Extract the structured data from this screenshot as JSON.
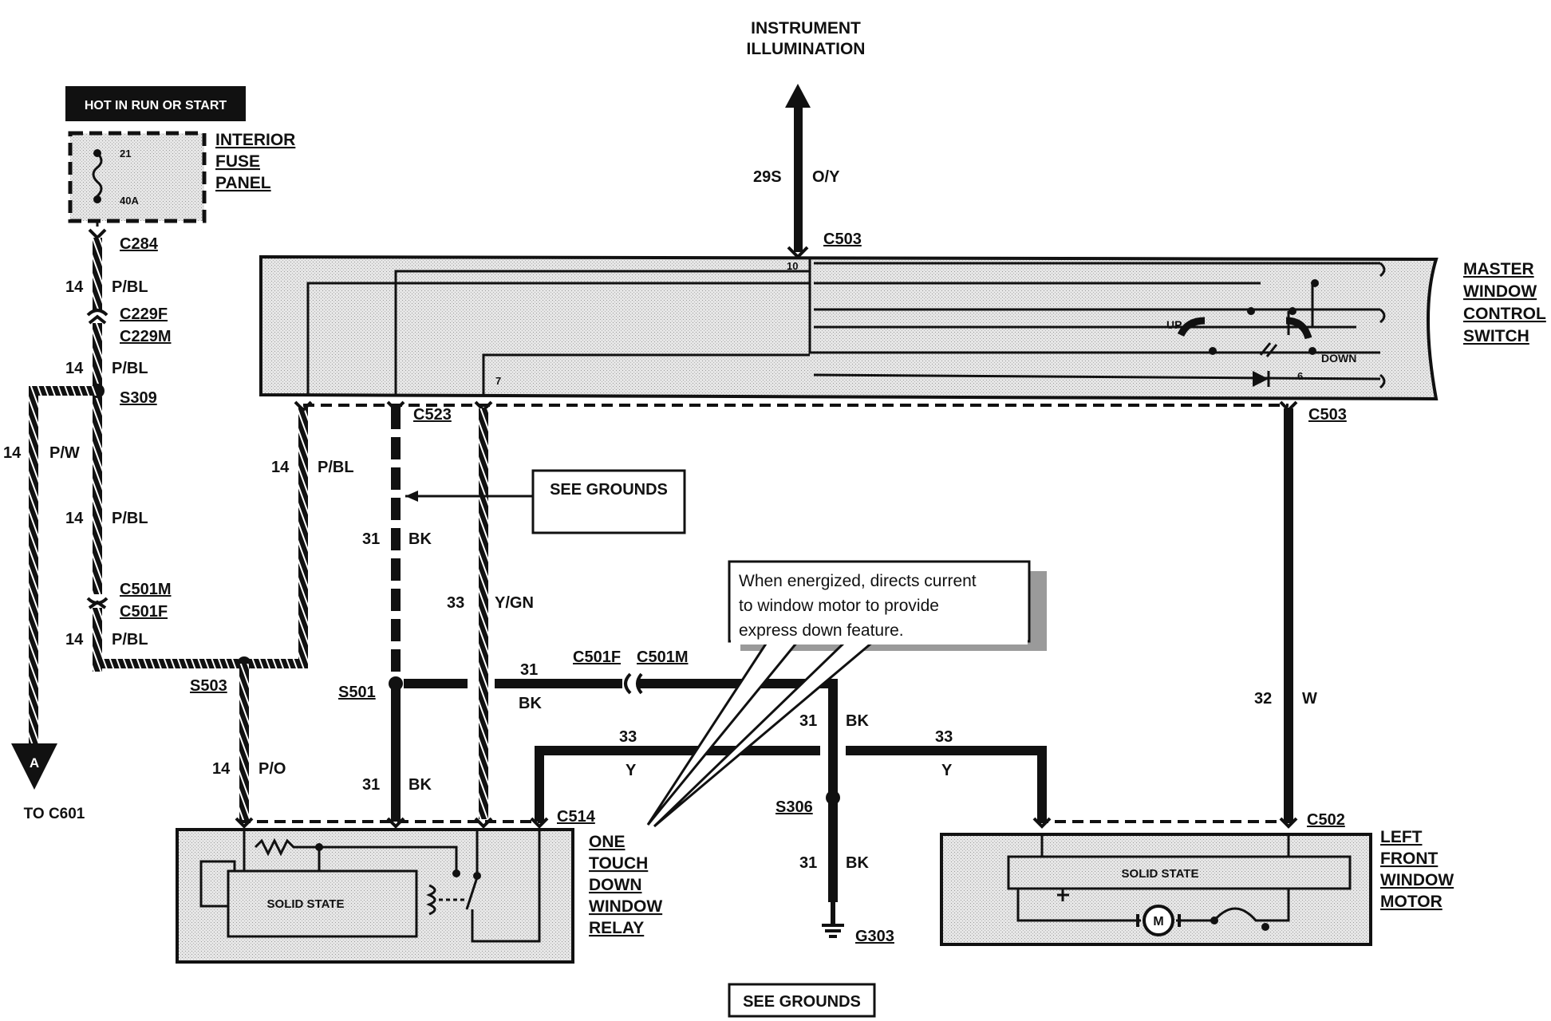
{
  "header": {
    "power_label": "HOT IN RUN OR START",
    "instrument_illumination": [
      "INSTRUMENT",
      "ILLUMINATION"
    ]
  },
  "fuse_panel": {
    "name": [
      "INTERIOR",
      "FUSE",
      "PANEL"
    ],
    "fuse_number": "21",
    "fuse_rating": "40A"
  },
  "master_switch": {
    "name": [
      "MASTER",
      "WINDOW",
      "CONTROL",
      "SWITCH"
    ],
    "pin_top": "10",
    "pin_left": "7",
    "pin_right": "6",
    "up_label": "UP",
    "down_label": "DOWN"
  },
  "relay": {
    "name": [
      "ONE",
      "TOUCH",
      "DOWN",
      "WINDOW",
      "RELAY"
    ],
    "inner_label": "SOLID STATE"
  },
  "motor": {
    "name": [
      "LEFT",
      "FRONT",
      "WINDOW",
      "MOTOR"
    ],
    "inner_label": "SOLID STATE",
    "motor_symbol": "M"
  },
  "connectors": {
    "c284": "C284",
    "c229f": "C229F",
    "c229m": "C229M",
    "s309": "S309",
    "c501m_left": "C501M",
    "c501f_left": "C501F",
    "s503": "S503",
    "c503_top": "C503",
    "c503_right": "C503",
    "c523": "C523",
    "s501": "S501",
    "c501f_mid": "C501F",
    "c501m_mid": "C501M",
    "c514": "C514",
    "s306": "S306",
    "g303": "G303",
    "c502": "C502"
  },
  "wires": {
    "w1_num": "14",
    "w1_color": "P/BL",
    "w2_num": "14",
    "w2_color": "P/BL",
    "w3_num": "14",
    "w3_color": "P/W",
    "w4_num": "14",
    "w4_color": "P/BL",
    "w5_num": "14",
    "w5_color": "P/BL",
    "w6_num": "14",
    "w6_color": "P/BL",
    "w7_num": "29S",
    "w7_color": "O/Y",
    "w8_num": "31",
    "w8_color": "BK",
    "w9_num": "33",
    "w9_color": "Y/GN",
    "w10_num": "31",
    "w10_color": "BK",
    "w11_num": "14",
    "w11_color": "P/O",
    "w12_num": "31",
    "w12_color": "BK",
    "w13_num": "33",
    "w13_color": "Y",
    "w14_num": "31",
    "w14_color": "BK",
    "w15_num": "33",
    "w15_color": "Y",
    "w16_num": "31",
    "w16_color": "BK",
    "w17_num": "32",
    "w17_color": "W"
  },
  "arrow_a": {
    "letter": "A",
    "label": "TO C601"
  },
  "see_grounds_top": "SEE GROUNDS",
  "see_grounds_bottom": "SEE GROUNDS",
  "callout": [
    "When energized, directs current",
    "to window motor to provide",
    "express down feature."
  ]
}
